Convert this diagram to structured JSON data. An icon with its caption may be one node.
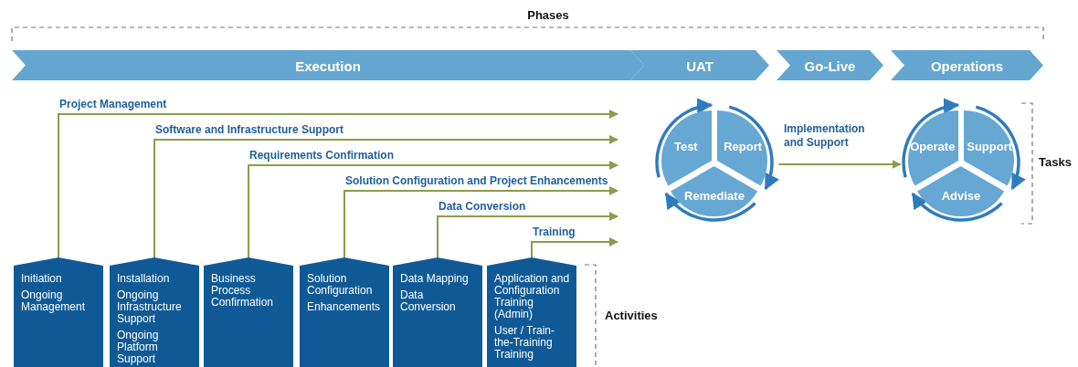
{
  "diagram": {
    "nodes": [
      {
        "text": [
          "Execution"
        ]
      },
      {
        "text": [
          "UAT"
        ]
      },
      {
        "text": [
          "Go-Live"
        ]
      },
      {
        "text": [
          "Operations"
        ]
      },
      {
        "text": [
          "Test"
        ]
      },
      {
        "text": [
          "Report"
        ]
      },
      {
        "text": [
          "Remediate"
        ]
      },
      {
        "text": [
          "Operate"
        ]
      },
      {
        "text": [
          "Support"
        ]
      },
      {
        "text": [
          "Advise"
        ]
      },
      {
        "text": [
          "Initiation",
          "Ongoing Management"
        ]
      },
      {
        "text": [
          "Installation",
          "Ongoing Infrastructure Support",
          "Ongoing Platform Support"
        ]
      },
      {
        "text": [
          "Business Process Confirmation"
        ]
      },
      {
        "text": [
          "Solution Configuration",
          "Enhancements"
        ]
      },
      {
        "text": [
          "Data Mapping",
          "Data Conversion"
        ]
      },
      {
        "text": [
          "Application and Configuration Training (Admin)",
          "User / Train-the-Training Training"
        ]
      }
    ],
    "edges": [
      {
        "from": 10,
        "to": null,
        "arrow": "to",
        "label": "Project Management"
      },
      {
        "from": 11,
        "to": null,
        "arrow": "to",
        "label": "Software and Infrastructure Support"
      },
      {
        "from": 12,
        "to": null,
        "arrow": "to",
        "label": "Requirements Confirmation"
      },
      {
        "from": 13,
        "to": null,
        "arrow": "to",
        "label": "Solution Configuration and Project Enhancements"
      },
      {
        "from": 14,
        "to": null,
        "arrow": "to",
        "label": "Data Conversion"
      },
      {
        "from": 15,
        "to": null,
        "arrow": "to",
        "label": "Training"
      },
      {
        "from": 5,
        "to": 7,
        "arrow": "to",
        "label": "Implementation and Support"
      },
      {
        "from": 4,
        "to": 5,
        "arrow": "to",
        "color": "#2f7bbf"
      },
      {
        "from": 5,
        "to": 6,
        "arrow": "to",
        "color": "#2f7bbf"
      },
      {
        "from": 6,
        "to": 4,
        "arrow": "to",
        "color": "#2f7bbf"
      },
      {
        "from": 7,
        "to": 8,
        "arrow": "to",
        "color": "#2f7bbf"
      },
      {
        "from": 8,
        "to": 9,
        "arrow": "to",
        "color": "#2f7bbf"
      },
      {
        "from": 9,
        "to": 7,
        "arrow": "to",
        "color": "#2f7bbf"
      }
    ],
    "labels": [
      "Phases",
      "Tasks",
      "Activities"
    ]
  }
}
